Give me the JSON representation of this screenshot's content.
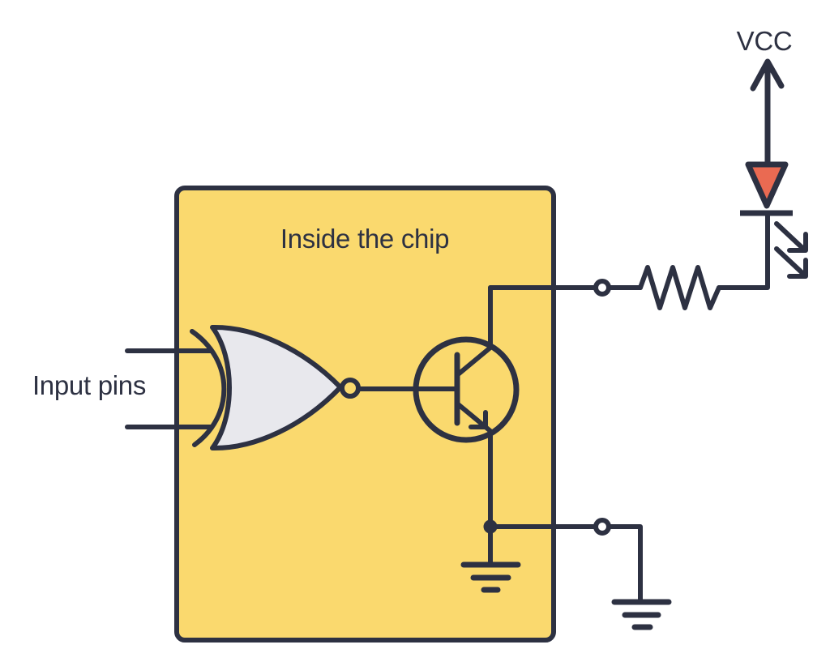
{
  "diagram": {
    "labels": {
      "chip": "Inside the chip",
      "input_pins": "Input pins",
      "power": "VCC"
    },
    "colors": {
      "outline": "#2D3142",
      "chip_fill": "#FAD96E",
      "gate_fill": "#E8E8ED",
      "led_fill": "#EA6A52",
      "background": "#FFFFFF"
    },
    "components": [
      "chip-boundary-box",
      "input-pin-lines",
      "xor-gate-with-inverter-bubble",
      "npn-transistor",
      "output-pin",
      "resistor",
      "red-led",
      "vcc-power-arrow",
      "internal-ground",
      "external-ground"
    ]
  }
}
